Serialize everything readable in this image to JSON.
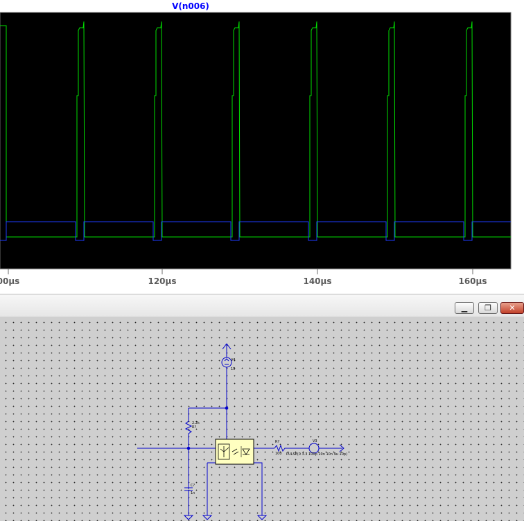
{
  "waveform": {
    "trace_name": "V(n006)",
    "trace_color": "#0000ff",
    "background": "#000000",
    "x_ticks": [
      "00µs",
      "120µs",
      "140µs",
      "160µs"
    ],
    "series": [
      {
        "color": "#00e000",
        "kind": "output-pulse"
      },
      {
        "color": "#1e3cff",
        "kind": "drive-pulse"
      }
    ]
  },
  "schematic": {
    "window_buttons": {
      "minimize": "▁",
      "restore": "❐",
      "close": "✕"
    },
    "supply": {
      "ref": "V4",
      "value": "15"
    },
    "pullup": {
      "ref": "R?",
      "value": "2.2k"
    },
    "cap": {
      "ref": "C?",
      "value": "1n"
    },
    "series_res": {
      "ref": "R?",
      "value": "100"
    },
    "source": {
      "ref": "V3",
      "value": "PULSE(0 3.3 100p 10n 10n 9u 10p)"
    }
  }
}
